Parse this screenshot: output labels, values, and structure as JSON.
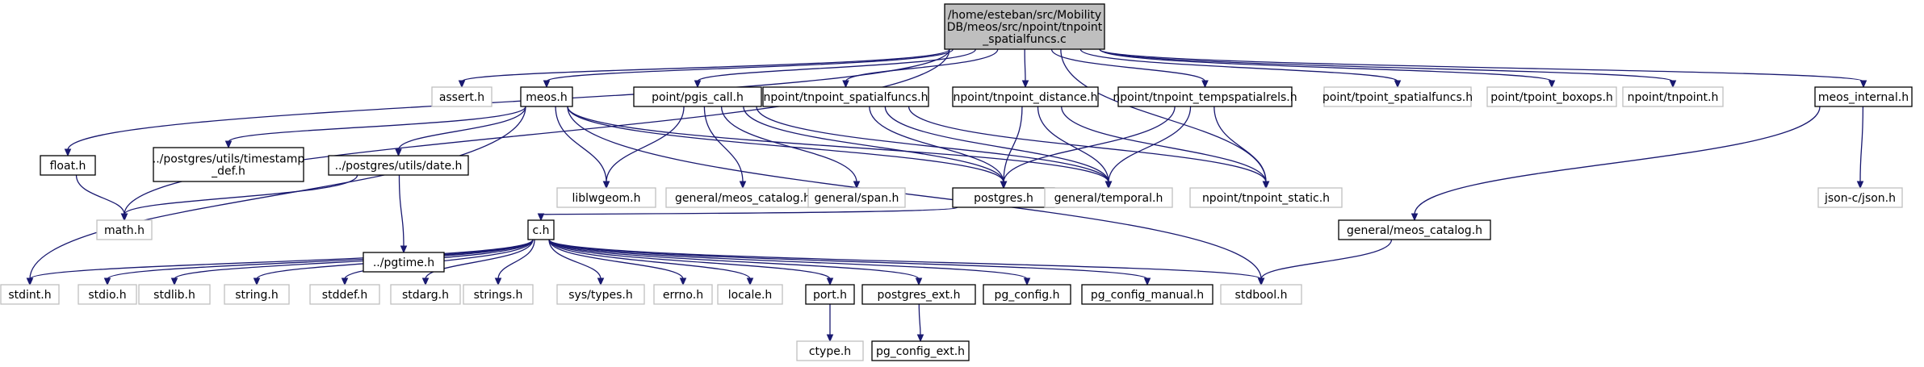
{
  "diagram": {
    "type": "include-dependency-graph",
    "colors": {
      "edge": "#191970",
      "main_fill": "#bfbfbf",
      "doc_border": "#000000",
      "external_border": "#bfbfbf"
    },
    "nodes": [
      {
        "id": "main",
        "kind": "main",
        "lines": [
          "/home/esteban/src/Mobility",
          "DB/meos/src/npoint/tnpoint",
          "_spatialfuncs.c"
        ]
      },
      {
        "id": "assert",
        "kind": "ext",
        "lines": [
          "assert.h"
        ]
      },
      {
        "id": "meos",
        "kind": "doc",
        "lines": [
          "meos.h"
        ]
      },
      {
        "id": "pgis_call",
        "kind": "doc",
        "lines": [
          "point/pgis_call.h"
        ]
      },
      {
        "id": "np_spatialfuncs",
        "kind": "doc",
        "lines": [
          "npoint/tnpoint_spatialfuncs.h"
        ]
      },
      {
        "id": "np_distance",
        "kind": "doc",
        "lines": [
          "npoint/tnpoint_distance.h"
        ]
      },
      {
        "id": "np_tempspatialrels",
        "kind": "doc",
        "lines": [
          "npoint/tnpoint_tempspatialrels.h"
        ]
      },
      {
        "id": "tp_spatialfuncs",
        "kind": "ext",
        "lines": [
          "point/tpoint_spatialfuncs.h"
        ]
      },
      {
        "id": "tp_boxops",
        "kind": "ext",
        "lines": [
          "point/tpoint_boxops.h"
        ]
      },
      {
        "id": "np_tnpoint",
        "kind": "ext",
        "lines": [
          "npoint/tnpoint.h"
        ]
      },
      {
        "id": "meos_internal",
        "kind": "doc",
        "lines": [
          "meos_internal.h"
        ]
      },
      {
        "id": "float",
        "kind": "doc",
        "lines": [
          "float.h"
        ]
      },
      {
        "id": "timestamp",
        "kind": "doc",
        "lines": [
          "../postgres/utils/timestamp",
          "_def.h"
        ]
      },
      {
        "id": "date",
        "kind": "doc",
        "lines": [
          "../postgres/utils/date.h"
        ]
      },
      {
        "id": "liblwgeom",
        "kind": "ext",
        "lines": [
          "liblwgeom.h"
        ]
      },
      {
        "id": "gen_catalog1",
        "kind": "ext",
        "lines": [
          "general/meos_catalog.h"
        ]
      },
      {
        "id": "span",
        "kind": "ext",
        "lines": [
          "general/span.h"
        ]
      },
      {
        "id": "postgres",
        "kind": "doc",
        "lines": [
          "postgres.h"
        ]
      },
      {
        "id": "temporal",
        "kind": "ext",
        "lines": [
          "general/temporal.h"
        ]
      },
      {
        "id": "np_static",
        "kind": "ext",
        "lines": [
          "npoint/tnpoint_static.h"
        ]
      },
      {
        "id": "jsonc",
        "kind": "ext",
        "lines": [
          "json-c/json.h"
        ]
      },
      {
        "id": "math",
        "kind": "ext",
        "lines": [
          "math.h"
        ]
      },
      {
        "id": "pgtime",
        "kind": "doc",
        "lines": [
          "../pgtime.h"
        ]
      },
      {
        "id": "c",
        "kind": "doc",
        "lines": [
          "c.h"
        ]
      },
      {
        "id": "gen_catalog2",
        "kind": "doc",
        "lines": [
          "general/meos_catalog.h"
        ]
      },
      {
        "id": "stdint",
        "kind": "ext",
        "lines": [
          "stdint.h"
        ]
      },
      {
        "id": "stdio",
        "kind": "ext",
        "lines": [
          "stdio.h"
        ]
      },
      {
        "id": "stdlib",
        "kind": "ext",
        "lines": [
          "stdlib.h"
        ]
      },
      {
        "id": "string",
        "kind": "ext",
        "lines": [
          "string.h"
        ]
      },
      {
        "id": "stddef",
        "kind": "ext",
        "lines": [
          "stddef.h"
        ]
      },
      {
        "id": "stdarg",
        "kind": "ext",
        "lines": [
          "stdarg.h"
        ]
      },
      {
        "id": "strings",
        "kind": "ext",
        "lines": [
          "strings.h"
        ]
      },
      {
        "id": "systypes",
        "kind": "ext",
        "lines": [
          "sys/types.h"
        ]
      },
      {
        "id": "errno",
        "kind": "ext",
        "lines": [
          "errno.h"
        ]
      },
      {
        "id": "locale",
        "kind": "ext",
        "lines": [
          "locale.h"
        ]
      },
      {
        "id": "port",
        "kind": "doc",
        "lines": [
          "port.h"
        ]
      },
      {
        "id": "postgres_ext",
        "kind": "doc",
        "lines": [
          "postgres_ext.h"
        ]
      },
      {
        "id": "pg_config",
        "kind": "doc",
        "lines": [
          "pg_config.h"
        ]
      },
      {
        "id": "pg_config_manual",
        "kind": "doc",
        "lines": [
          "pg_config_manual.h"
        ]
      },
      {
        "id": "stdbool",
        "kind": "ext",
        "lines": [
          "stdbool.h"
        ]
      },
      {
        "id": "ctype",
        "kind": "ext",
        "lines": [
          "ctype.h"
        ]
      },
      {
        "id": "pg_config_ext",
        "kind": "doc",
        "lines": [
          "pg_config_ext.h"
        ]
      }
    ],
    "edges": [
      [
        "main",
        "assert"
      ],
      [
        "main",
        "meos"
      ],
      [
        "main",
        "pgis_call"
      ],
      [
        "main",
        "np_spatialfuncs"
      ],
      [
        "main",
        "np_distance"
      ],
      [
        "main",
        "np_tempspatialrels"
      ],
      [
        "main",
        "tp_spatialfuncs"
      ],
      [
        "main",
        "tp_boxops"
      ],
      [
        "main",
        "np_tnpoint"
      ],
      [
        "main",
        "meos_internal"
      ],
      [
        "main",
        "float"
      ],
      [
        "main",
        "math"
      ],
      [
        "main",
        "np_static"
      ],
      [
        "meos",
        "timestamp"
      ],
      [
        "meos",
        "date"
      ],
      [
        "meos",
        "liblwgeom"
      ],
      [
        "meos",
        "postgres"
      ],
      [
        "meos",
        "temporal"
      ],
      [
        "meos",
        "stdint"
      ],
      [
        "meos",
        "stdbool"
      ],
      [
        "pgis_call",
        "liblwgeom"
      ],
      [
        "pgis_call",
        "gen_catalog1"
      ],
      [
        "pgis_call",
        "span"
      ],
      [
        "pgis_call",
        "postgres"
      ],
      [
        "pgis_call",
        "temporal"
      ],
      [
        "np_spatialfuncs",
        "postgres"
      ],
      [
        "np_spatialfuncs",
        "temporal"
      ],
      [
        "np_spatialfuncs",
        "np_static"
      ],
      [
        "np_distance",
        "postgres"
      ],
      [
        "np_distance",
        "temporal"
      ],
      [
        "np_distance",
        "np_static"
      ],
      [
        "np_tempspatialrels",
        "postgres"
      ],
      [
        "np_tempspatialrels",
        "temporal"
      ],
      [
        "np_tempspatialrels",
        "np_static"
      ],
      [
        "meos_internal",
        "gen_catalog2"
      ],
      [
        "meos_internal",
        "jsonc"
      ],
      [
        "float",
        "math"
      ],
      [
        "date",
        "math"
      ],
      [
        "date",
        "pgtime"
      ],
      [
        "postgres",
        "c"
      ],
      [
        "gen_catalog2",
        "stdbool"
      ],
      [
        "c",
        "stdint"
      ],
      [
        "c",
        "stdio"
      ],
      [
        "c",
        "stdlib"
      ],
      [
        "c",
        "string"
      ],
      [
        "c",
        "stddef"
      ],
      [
        "c",
        "stdarg"
      ],
      [
        "c",
        "strings"
      ],
      [
        "c",
        "systypes"
      ],
      [
        "c",
        "errno"
      ],
      [
        "c",
        "locale"
      ],
      [
        "c",
        "port"
      ],
      [
        "c",
        "postgres_ext"
      ],
      [
        "c",
        "pg_config"
      ],
      [
        "c",
        "pg_config_manual"
      ],
      [
        "c",
        "stdbool"
      ],
      [
        "port",
        "ctype"
      ],
      [
        "postgres_ext",
        "pg_config_ext"
      ]
    ]
  }
}
